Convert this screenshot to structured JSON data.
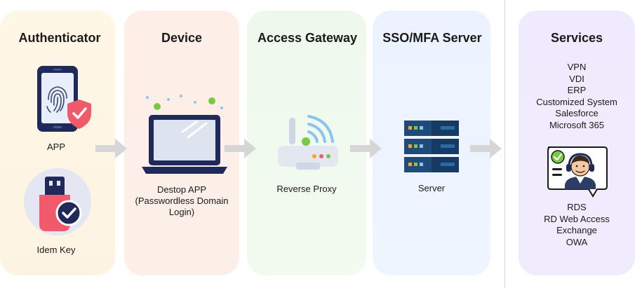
{
  "columns": {
    "authenticator": {
      "title": "Authenticator",
      "items": [
        "APP",
        "Idem Key"
      ]
    },
    "device": {
      "title": "Device",
      "label_lines": [
        "Destop APP",
        "(Passwordless Domain",
        "Login)"
      ]
    },
    "gateway": {
      "title": "Access Gateway",
      "label": "Reverse Proxy"
    },
    "sso": {
      "title": "SSO/MFA Server",
      "label": "Server"
    },
    "services": {
      "title": "Services",
      "group1": [
        "VPN",
        "VDI",
        "ERP",
        "Customized System",
        "Salesforce",
        "Microsoft 365"
      ],
      "group2": [
        "RDS",
        "RD Web Access",
        "Exchange",
        "OWA"
      ]
    }
  },
  "colors": {
    "arrow": "#d6d6d6",
    "accent_red": "#f05a6a",
    "accent_navy": "#1f2a5a",
    "accent_green": "#7ac943"
  },
  "icons": [
    "phone-fingerprint-icon",
    "usb-key-icon",
    "laptop-icon",
    "router-icon",
    "server-rack-icon",
    "support-agent-icon"
  ]
}
